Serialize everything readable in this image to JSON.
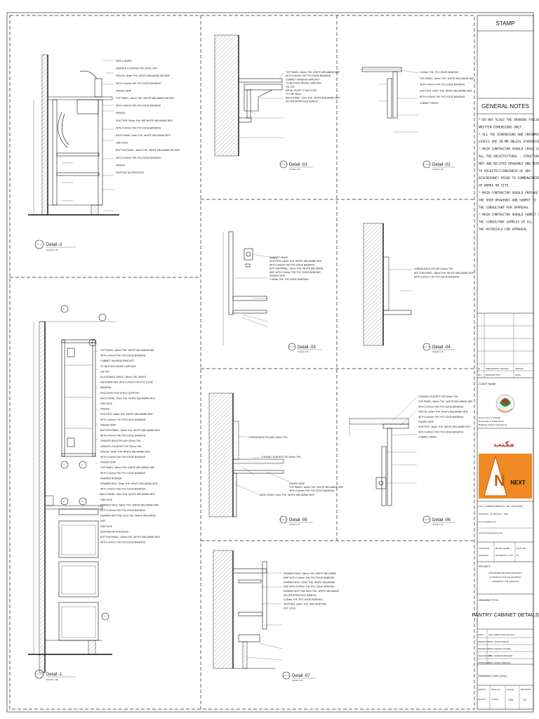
{
  "title_block": {
    "stamp": "STAMP",
    "general_notes_title": "GENERAL NOTES",
    "general_notes": [
      "*-DO NOT SCALE THE DRAWING FOLLOW",
      "  WRITTEN DIMENSIONS ONLY",
      "*-ALL THE DIMENSIONS AND INFORMATION",
      "  LEVELS ARE IN MM UNLESS OTHERWISE SPECIFIED",
      "*-MAIN CONTRACTOR SHOULD CROSS CHECK",
      "  ALL THE ARCHITECTURAL , STRUCTURAL",
      "  MEP AND RELATED DRAWINGS AND REPORT",
      "  TO ARCHITECT/ENGINEER OF ANY",
      "  DISCREPANCY PRIOR TO COMMENCEMENT",
      "  OF WORKS ON SITE",
      "*-MAIN CONTRACTOR SHOULD PREPARE",
      "  THE SHOP DRAWINGS AND SUBMIT TO",
      "  THE CONSULTANT FOR APPROVAL",
      "*-MAIN CONTRACTOR SHOULD SUBMIT TO",
      "  THE CONSULTANT SAMPLES OF ALL",
      "  THE MATERIALS FOR APPROVAL"
    ],
    "revision": {
      "no": "01",
      "description": "PRELIMINARY DESIGN",
      "date": "29/04/10"
    },
    "revision_headers": {
      "no": "NO.",
      "description": "DESCRIPTION",
      "date": "DATE"
    },
    "client_label": "CLIENT NAME:",
    "client_name": "Government of Sharjah",
    "client_dept_1": "Directorate of Public Works",
    "client_dept_2": "Buildings Projects Department",
    "consultant_logo": "NEXT",
    "consultant_address": "1234 - SHARJAH BRANCH - TEL: 06 5123456",
    "consultant_address_2": "SHARJAH - AL MAJAZ 3 - UAE",
    "consultant_email": "next_eng@uae.ae",
    "consultant_web": "www.nextengineering.com",
    "location_label": "LOCATION:",
    "location": "SHARJAH",
    "block_label": "BLOCK NAME:",
    "block": "UNIVERSITY CITY",
    "plot_label": "PLOT NO.:",
    "plot": "12",
    "project_label": "PROJECT:",
    "project_lines": [
      "PROPOSED MASTERS BUILDING",
      "IN SHARJAH POLICE ACADEMY",
      "UNIVERSITY OF SHARJAH"
    ],
    "drawing_title_label": "DRAWING TITLE:",
    "drawing_title": "PANTRY CABINET DETAILS",
    "staff": [
      {
        "role": "ARCH.",
        "name": "ENG. ABDULHADI ELIOAN"
      },
      {
        "role": "DESIGN BY",
        "name": "ENG. OMAR SHEIKH"
      },
      {
        "role": "DRAWN BY",
        "name": "ENG. AHMAD YOUSEF"
      },
      {
        "role": "CHECKED BY",
        "name": "ENG. SHERAN IBRAHIM"
      },
      {
        "role": "APPROVED",
        "name": "ENG. MOHD SIDDIQUI"
      }
    ],
    "drawing_code_label": "DRAWING CODE (CDA) :",
    "job_no_label": "JOB NO.",
    "job_no": "2011/12",
    "dwg_no_label": "DWG NO.",
    "dwg_no": "A-6029",
    "scale_label": "SCALE",
    "scale": "1:50",
    "rev_label": "REVISION",
    "rev": "01"
  },
  "details": {
    "detail_1": {
      "title": "Detail -1",
      "scale": "SCALE 1:100"
    },
    "detail_2": {
      "title": "Detail -2",
      "scale": "SCALE 1:100"
    },
    "detail_01": {
      "title": "Detail -01",
      "scale": "SCALE 1:25"
    },
    "detail_02": {
      "title": "Detail -02",
      "scale": "SCALE 1:25"
    },
    "detail_03": {
      "title": "Detail -03",
      "scale": "SCALE 1:25"
    },
    "detail_04": {
      "title": "Detail -04",
      "scale": "SCALE 1:25"
    },
    "detail_05": {
      "title": "Detail -05",
      "scale": "SCALE 1:25"
    },
    "detail_06": {
      "title": "Detail -06",
      "scale": "SCALE 1:25"
    },
    "detail_07": {
      "title": "Detail -07",
      "scale": "SCALE 1:25"
    }
  },
  "labels": {
    "d2": [
      "SINK & MIXER",
      "GRANITE COUNTER TOP 20mm THK.",
      "FASCIA: 18mm THK. WHITE MELAMINE MR MDF",
      "WITH 0.40mm THK PVC EDGE BANDING",
      "FINGER GRIP",
      "TOP PANEL: 18mm THK. WHITE MELAMINE MR MDF",
      "WITH 0.40mm THK PVC EDGE BANDING",
      "HINGES",
      "SHUTTER: 18mm THK. MR WHITE MELAMINE MDF",
      "WITH 0.40mm THK PVC EDGE BANDING",
      "BACK PANEL: 6mm THK. WHITE MELAMINE MDF",
      "ONE FACE",
      "BOTTOM PANEL: 18mm THK. WHITE MELAMINE MR MDF",
      "WITH 0.40mm THK PVC EDGE BANDING",
      "HINGES",
      "SKIRTING AS SPECIFIED"
    ],
    "d1": [
      "TOP PANEL: 18mm THK. WHITE MELAMINE MDF",
      "WITH 0.40mm THK PVC EDGE BANDING",
      "CABINET HANGING BRACKET",
      "TO BE FIXED INSIDE CARCASS",
      "ON TOP",
      "ADJUSTABLE SHELF: 18mm THK. WHITE",
      "MELAMINE MDF WITH 0.40mm THK PVC EDGE",
      "BANDING",
      "PROVISION FOR SHELF SUPPORT",
      "BACK PANEL: 6mm THK. WHITE MELAMINE MDF",
      "ONE FACE",
      "HINGES",
      "SHUTTER: 18mm THK. WHITE MELAMINE MDF",
      "WITH 0.40mm THK PVC EDGE BANDING",
      "FINGER GRIP",
      "BOTTOM PANEL: 18mm THK. WHITE MELAMINE MDF",
      "WITH 0.40mm THK PVC EDGE BANDING",
      "GRANITE BACK SPLASH 20mm THK.",
      "GRANITE COUNTER TOP 20mm THK.",
      "FASCIA: 18mm THK. WHITE MELAMINE MDF",
      "WITH 0.40mm THK PVC EDGE BANDING",
      "FINGER GRIP",
      "TOP PANEL: 18mm THK. WHITE MELAMINE MDF",
      "WITH 0.40mm THK PVC EDGE BANDING",
      "DRAWER RUNNER",
      "DRAWER BOX: 18mm THK. WHITE MELAMINE MDF",
      "WITH 0.40mm THK PVC EDGE BANDING",
      "BACK PANEL: 6mm THK. WHITE MELAMINE MDF",
      "ONE FACE",
      "DRAWER FACE: 18mm THK. WHITE MELAMINE MDF",
      "WITH 0.40mm THK PVC EDGE BANDING",
      "DRAWER BOTTOM: 6mm THK. WHITE MELAMINE",
      "MDF",
      "ONE FACE",
      "SKIRTING AS SPECIFIED",
      "BOTTOM PANEL: 18mm THK. WHITE MELAMINE MDF",
      "WITH 0.40mm THK PVC EDGE BANDING"
    ],
    "d01": [
      "TOP PANEL: 18mm THK. WHITE MELAMINE MDF",
      "WITH 0.40mm THK PVC EDGE BANDING",
      "CABINET HANGING BRACKET",
      "TO BE FIXED INSIDE CARCASS",
      "ON TOP",
      "METAL PLATE TO BE FIXED",
      "TO THE WALL",
      "BACK PANEL: 6mm THK. WHITE MELAMINE MDF",
      "AS PER APPROVED SAMPLE"
    ],
    "d02": [
      "0.40mm THK. PVC EDGE BANDING",
      "TOP PANEL: 18mm THK. WHITE MELAMINE MDF",
      "WITH 0.40mm THK PVC EDGE BANDING",
      "SHUTTER: 18mm THK. WHITE MELAMINE MDF",
      "WITH 0.40mm THK PVC EDGE BANDING",
      "CABINET HINGE"
    ],
    "d03": [
      "CABINET HINGE",
      "SHUTTER: 18mm THK. WHITE MELAMINE MDF",
      "WITH 0.40mm THK PVC EDGE BANDING",
      "BOTTOM PANEL: 18mm THK. WHITE MELAMINE",
      "MDF WITH 0.40mm THK PVC EDGE BANDING",
      "FINGER GRIP",
      "0.40mm THK. PVC EDGE BANDING"
    ],
    "d04": [
      "CORIAN BACK SPLASH 20mm THK.",
      "BOTTOM PANEL: 18mm THK. WHITE MELAMINE MDF",
      "WITH 0.40mm THK PVC EDGE BANDING"
    ],
    "d05": [
      "CORIAN BACK SPLASH 20mm THK.",
      "CORIAN COUNTER TOP 20mm THK.",
      "FINGER GRIP",
      "TOP PANEL: 18mm THK. WHITE MELAMINE MDF",
      "WITH 0.40mm THK PVC EDGE BANDING",
      "BACK PANEL: 6mm THK. WHITE MELAMINE MDF"
    ],
    "d06": [
      "CORIAN COUNTER TOP 20mm THK.",
      "TOP PANEL: 18mm THK. WHITE MELAMINE MDF",
      "WITH 0.40mm THK PVC EDGE BANDING",
      "FASCIA: 18mm THK. WHITE MELAMINE MDF",
      "WITH 0.40mm THK PVC EDGE BANDING",
      "FINGER GRIP",
      "SHUTTER: 18mm THK. WHITE MELAMINE MDF",
      "WITH 0.40mm THK PVC EDGE BANDING",
      "CABINET HINGE"
    ],
    "d07": [
      "DRAWER FACE: 18mm THK. WHITE MELAMINE",
      "MDF WITH 0.40mm THK PVC EDGE BANDING",
      "DRAWER BOX: 18mm THK. WHITE MELAMINE",
      "MDF WITH 0.40mm THK PVC EDGE BANDING",
      "DRAWER BOTTOM: 6mm THK. WHITE MELAMINE",
      "AS PER APPROVED SAMPLE",
      "0.40mm THK. PVC EDGE BANDING",
      "SKIRTING: 18mm THK. MDF SKIRTING",
      "PVC LEGS"
    ]
  }
}
